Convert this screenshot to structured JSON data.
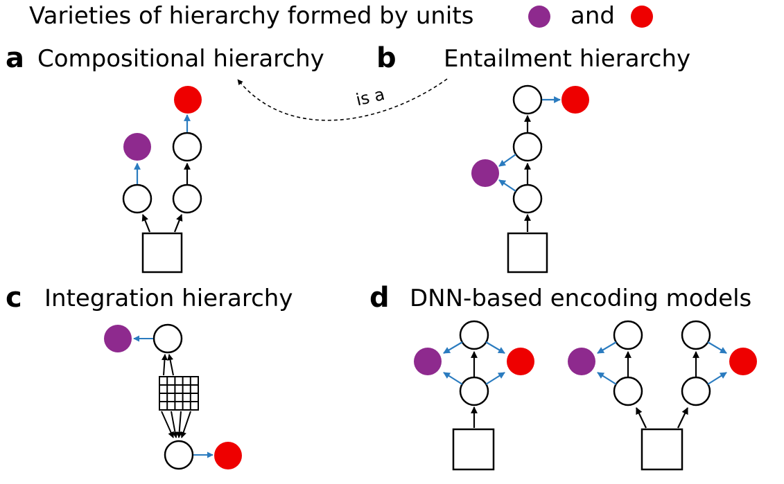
{
  "header": {
    "title": "Varieties of hierarchy formed by units",
    "conjunction": "and"
  },
  "colors": {
    "purple_unit": "#8e2a8e",
    "red_unit": "#ee0000",
    "arrow_blue": "#2a7bbf",
    "arrow_black": "#000000"
  },
  "panels": {
    "a": {
      "letter": "a",
      "title": "Compositional hierarchy"
    },
    "b": {
      "letter": "b",
      "title": "Entailment hierarchy"
    },
    "c": {
      "letter": "c",
      "title": "Integration hierarchy"
    },
    "d": {
      "letter": "d",
      "title": "DNN-based encoding models"
    }
  },
  "relation": {
    "label": "is a"
  }
}
